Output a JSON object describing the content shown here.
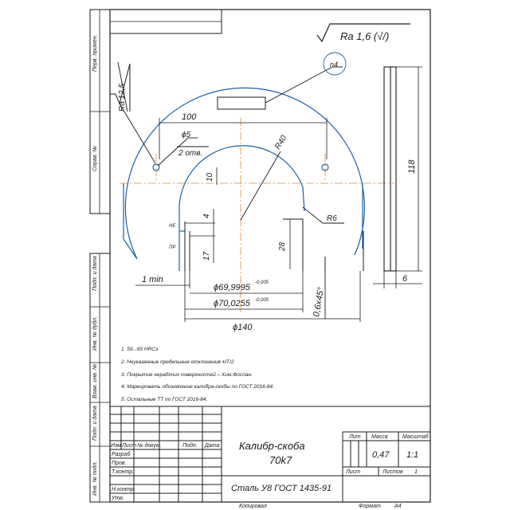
{
  "frame": {
    "side_labels": [
      "Перв. примен.",
      "Справ. №",
      "Подп. и дата",
      "Инв. № дубл.",
      "Взам. инв. №",
      "Подп. и дата",
      "Инв. № подл."
    ]
  },
  "roughness": {
    "general": "Ra 1,6 (√/)",
    "local": "Ra 12,5"
  },
  "dimensions": {
    "d100": "100",
    "d5": "ϕ5",
    "holes": "2 отв.",
    "r40": "R40",
    "d10": "10",
    "d4": "4",
    "d17": "17",
    "d28": "28",
    "r6": "R6",
    "d118": "118",
    "d6": "6",
    "d1min": "1 min",
    "d69": "ϕ69,9995",
    "d69_tol": "-0,005",
    "d70": "ϕ70,0255",
    "d70_tol": "-0,005",
    "d140": "ϕ140",
    "chamfer": "0,6х45°",
    "n4": "n4",
    "ne": "НЕ",
    "pr": "ПР"
  },
  "notes": [
    "1. 59...65 HRCэ",
    "2. Неуказанные предельные отклонения ±IT/2",
    "3. Покрытие нерабочих поверхностей – Хим.Фоспан.",
    "4. Маркировать обозначение калибра-скобы по ГОСТ 2016-84.",
    "5. Остальные ТТ по ГОСТ 2016-84."
  ],
  "title_block": {
    "name_line1": "Калибр-скоба",
    "name_line2": "70k7",
    "material": "Сталь У8 ГОСТ 1435-91",
    "col_headers": [
      "Изм",
      "Лист",
      "№ докум.",
      "Подп.",
      "Дата"
    ],
    "roles": [
      "Разраб",
      "Пров.",
      "Т.контр.",
      "",
      "Н.контр.",
      "Утв."
    ],
    "lit_label": "Лит",
    "mass_label": "Масса",
    "scale_label": "Масштаб",
    "mass_value": "0,47",
    "scale_value": "1:1",
    "sheet_label": "Лист",
    "sheets_label": "Листов",
    "sheets_value": "1",
    "copied": "Копировал",
    "format_label": "Формат",
    "format_value": "A4"
  },
  "colors": {
    "outline": "#1a5fa6",
    "centerline": "#e08a2a",
    "ink": "#1a1a1a"
  }
}
